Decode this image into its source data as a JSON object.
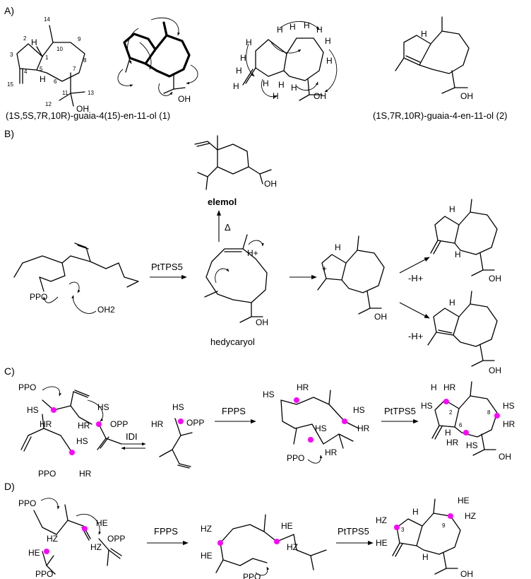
{
  "sections": [
    {
      "id": "A",
      "label": "A)"
    },
    {
      "id": "B",
      "label": "B)"
    },
    {
      "id": "C",
      "label": "C)"
    },
    {
      "id": "D",
      "label": "D)"
    }
  ],
  "panel_a": {
    "compound1_name": "(1S,5S,7R,10R)-guaia-4(15)-en-11-ol (1)",
    "compound2_name": "(1S,7R,10R)-guaia-4-en-11-ol (2)",
    "atom_numbers": [
      "1",
      "2",
      "3",
      "4",
      "5",
      "6",
      "7",
      "8",
      "9",
      "10",
      "11",
      "12",
      "13",
      "14",
      "15"
    ]
  },
  "panel_b": {
    "enzyme": "PtTPS5",
    "intermediate": "hedycaryol",
    "rearranged_product": "elemol",
    "heat": "Δ",
    "proton": "H+",
    "water": "OH2",
    "diphosphate": "PPO",
    "deprotonation": "-H+"
  },
  "panel_c": {
    "enzyme_1": "IDI",
    "enzyme_2": "FPPS",
    "enzyme_3": "PtTPS5",
    "labels": [
      "PPO",
      "OPP",
      "HS",
      "HR"
    ],
    "positions": [
      "2",
      "6",
      "8"
    ]
  },
  "panel_d": {
    "enzyme_1": "FPPS",
    "enzyme_2": "PtTPS5",
    "labels": [
      "PPO",
      "OPP",
      "HE",
      "HZ"
    ],
    "positions": [
      "3",
      "9"
    ]
  },
  "common": {
    "hydroxyl": "OH",
    "hydrogen": "H"
  }
}
